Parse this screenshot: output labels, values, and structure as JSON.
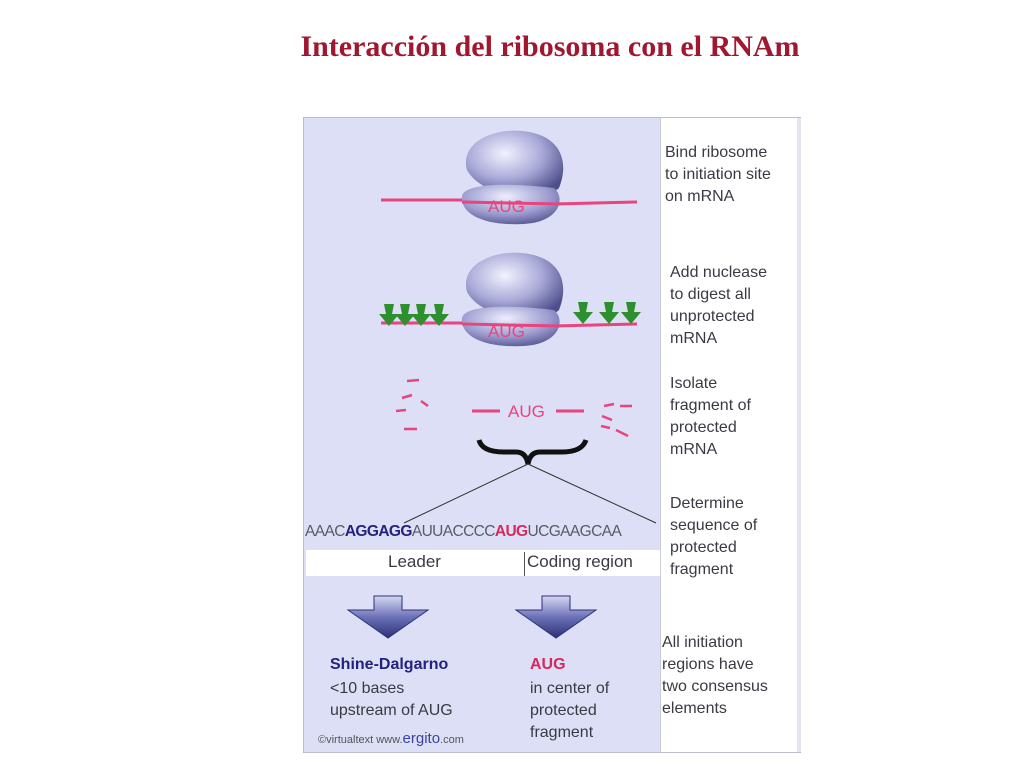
{
  "title": "Interacción del ribosoma con el RNAm",
  "steps": [
    {
      "lines": [
        "Bind ribosome",
        "to initiation site",
        "on mRNA"
      ]
    },
    {
      "lines": [
        "Add nuclease",
        "to digest all",
        "unprotected",
        "mRNA"
      ]
    },
    {
      "lines": [
        "Isolate",
        "fragment of",
        "protected",
        "mRNA"
      ]
    },
    {
      "lines": [
        "Determine",
        "sequence of",
        "protected",
        "fragment"
      ]
    },
    {
      "lines": [
        "All initiation",
        "regions have",
        "two consensus",
        "elements"
      ]
    }
  ],
  "aug_label": "AUG",
  "sequence": {
    "prefix": "AAAC",
    "shine_dalgarno": "AGGAGG",
    "middle": "AUUACCCC",
    "start_codon": "AUG",
    "suffix": "UCGAAGCAA"
  },
  "regions": {
    "leader": "Leader",
    "coding": "Coding region"
  },
  "results": {
    "left": {
      "title": "Shine-Dalgarno",
      "lines": [
        "<10 bases",
        "upstream of AUG"
      ]
    },
    "right": {
      "title": "AUG",
      "lines": [
        "in center of",
        "protected",
        "fragment"
      ]
    }
  },
  "credit": {
    "prefix": "©virtualtext  www.",
    "brand": "ergito",
    "suffix": ".com"
  },
  "colors": {
    "title": "#a01830",
    "mrna": "#e8457e",
    "ribosome": "#6e6ea8",
    "nuclease": "#2e8f2e",
    "sd": "#26207e",
    "start": "#d32a5e",
    "chevron": "#4a4f99"
  }
}
